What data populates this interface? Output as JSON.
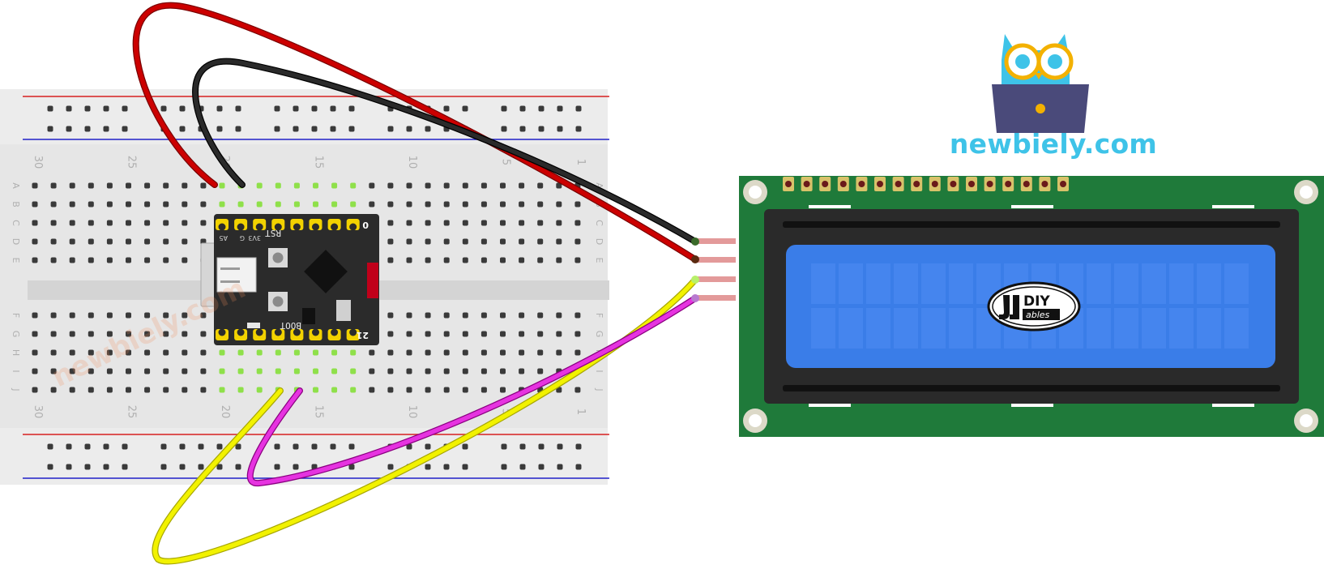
{
  "brand": {
    "site": "newbiely.com",
    "watermark": "newbiely.com"
  },
  "breadboard": {
    "column_numbers": [
      "30",
      "25",
      "20",
      "15",
      "10",
      "5",
      "1"
    ],
    "row_letters_top": [
      "A",
      "B",
      "C",
      "D",
      "E"
    ],
    "row_letters_bottom": [
      "F",
      "G",
      "H",
      "I",
      "J"
    ]
  },
  "board": {
    "labels": {
      "rst": "RST",
      "boot": "BOOT",
      "pin0": "0",
      "pin21": "21",
      "a5": "A5",
      "three_v3": "3V3",
      "g": "G"
    }
  },
  "lcd": {
    "logo_top": "DIY",
    "logo_bottom": "ables",
    "pin_count": 16
  },
  "colors": {
    "wire_red": "#cc0000",
    "wire_black": "#1a1a1a",
    "wire_yellow": "#f2f200",
    "wire_magenta": "#e633e0",
    "pcb_green": "#1f7a3a",
    "lcd_blue": "#3a7de8",
    "brand_cyan": "#3ec3e8",
    "pin_green": "#8fe04a"
  }
}
